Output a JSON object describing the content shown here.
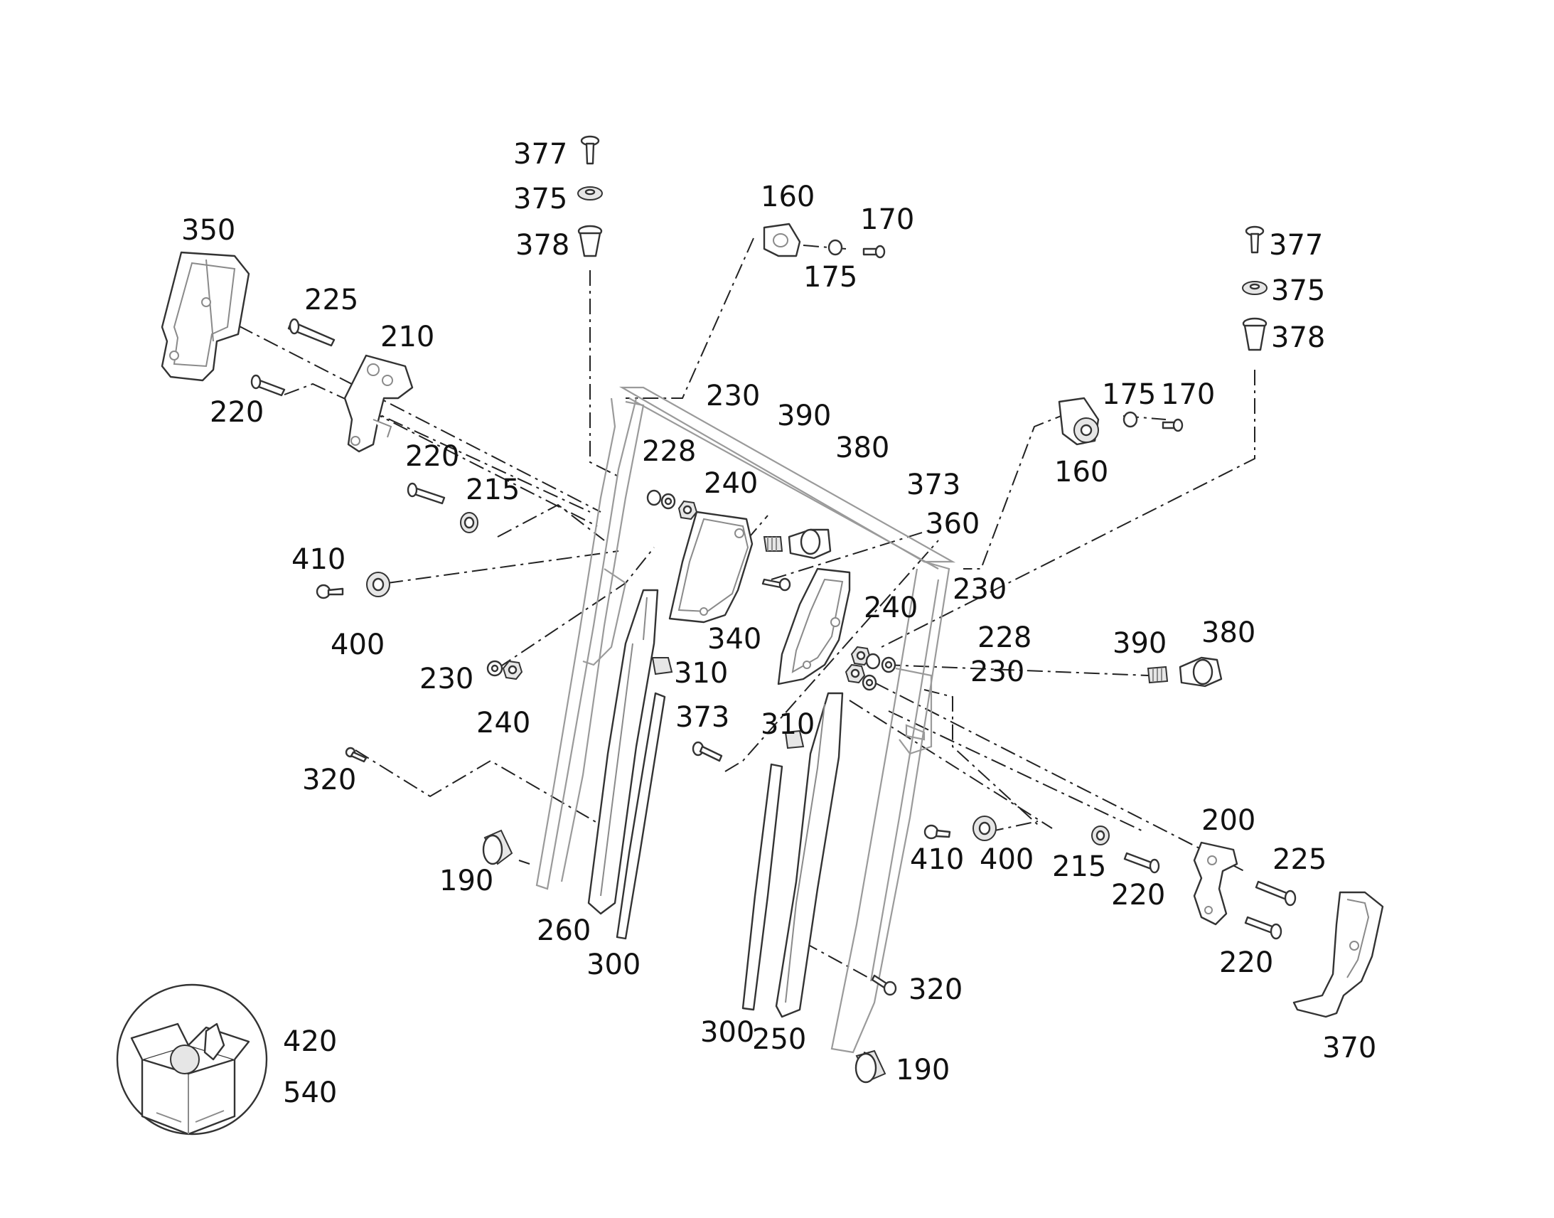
{
  "diagram": {
    "labels": [
      {
        "id": "l350",
        "text": "350"
      },
      {
        "id": "l225a",
        "text": "225"
      },
      {
        "id": "l210",
        "text": "210"
      },
      {
        "id": "l220a",
        "text": "220"
      },
      {
        "id": "l220b",
        "text": "220"
      },
      {
        "id": "l215a",
        "text": "215"
      },
      {
        "id": "l410a",
        "text": "410"
      },
      {
        "id": "l400a",
        "text": "400"
      },
      {
        "id": "l230a",
        "text": "230"
      },
      {
        "id": "l240a",
        "text": "240"
      },
      {
        "id": "l320a",
        "text": "320"
      },
      {
        "id": "l190a",
        "text": "190"
      },
      {
        "id": "l260",
        "text": "260"
      },
      {
        "id": "l300a",
        "text": "300"
      },
      {
        "id": "l377a",
        "text": "377"
      },
      {
        "id": "l375a",
        "text": "375"
      },
      {
        "id": "l378a",
        "text": "378"
      },
      {
        "id": "l160a",
        "text": "160"
      },
      {
        "id": "l170a",
        "text": "170"
      },
      {
        "id": "l175a",
        "text": "175"
      },
      {
        "id": "l230b",
        "text": "230"
      },
      {
        "id": "l228a",
        "text": "228"
      },
      {
        "id": "l240b",
        "text": "240"
      },
      {
        "id": "l390a",
        "text": "390"
      },
      {
        "id": "l380a",
        "text": "380"
      },
      {
        "id": "l373a",
        "text": "373"
      },
      {
        "id": "l360",
        "text": "360"
      },
      {
        "id": "l340",
        "text": "340"
      },
      {
        "id": "l310a",
        "text": "310"
      },
      {
        "id": "l373b",
        "text": "373"
      },
      {
        "id": "l310b",
        "text": "310"
      },
      {
        "id": "l300b",
        "text": "300"
      },
      {
        "id": "l250",
        "text": "250"
      },
      {
        "id": "l377b",
        "text": "377"
      },
      {
        "id": "l375b",
        "text": "375"
      },
      {
        "id": "l378b",
        "text": "378"
      },
      {
        "id": "l175b",
        "text": "175"
      },
      {
        "id": "l170b",
        "text": "170"
      },
      {
        "id": "l160b",
        "text": "160"
      },
      {
        "id": "l230c",
        "text": "230"
      },
      {
        "id": "l240c",
        "text": "240"
      },
      {
        "id": "l228b",
        "text": "228"
      },
      {
        "id": "l230d",
        "text": "230"
      },
      {
        "id": "l390b",
        "text": "390"
      },
      {
        "id": "l380b",
        "text": "380"
      },
      {
        "id": "l410b",
        "text": "410"
      },
      {
        "id": "l400b",
        "text": "400"
      },
      {
        "id": "l215b",
        "text": "215"
      },
      {
        "id": "l220c",
        "text": "220"
      },
      {
        "id": "l200",
        "text": "200"
      },
      {
        "id": "l225b",
        "text": "225"
      },
      {
        "id": "l220d",
        "text": "220"
      },
      {
        "id": "l320b",
        "text": "320"
      },
      {
        "id": "l190b",
        "text": "190"
      },
      {
        "id": "l370",
        "text": "370"
      },
      {
        "id": "l420",
        "text": "420"
      },
      {
        "id": "l540",
        "text": "540"
      }
    ]
  }
}
